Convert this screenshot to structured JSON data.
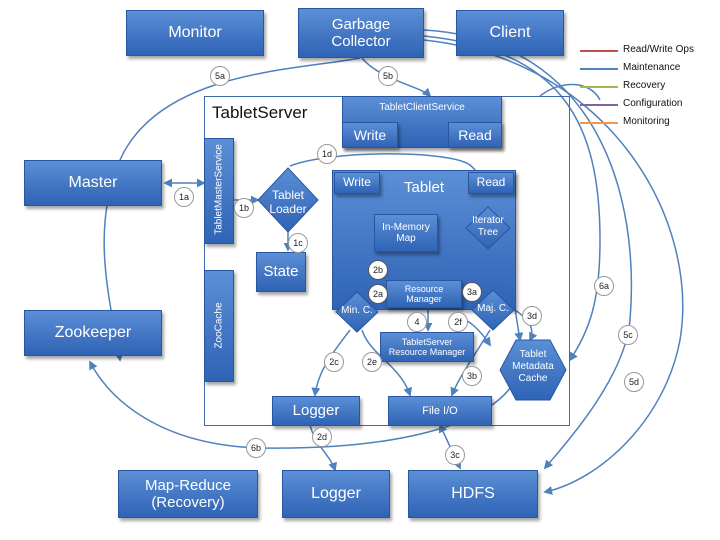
{
  "nodes": {
    "monitor": "Monitor",
    "garbage_collector": "Garbage\nCollector",
    "client": "Client",
    "master": "Master",
    "zookeeper": "Zookeeper",
    "map_reduce": "Map-Reduce\n(Recovery)",
    "logger_bottom": "Logger",
    "hdfs": "HDFS",
    "tabletserver": "TabletServer",
    "tablet_client_service": "TabletClientService",
    "write_tcs": "Write",
    "read_tcs": "Read",
    "tablet_master_service": "TabletMasterService",
    "zoocache": "ZooCache",
    "tablet_loader": "Tablet\nLoader",
    "state": "State",
    "tablet": "Tablet",
    "write_tablet": "Write",
    "read_tablet": "Read",
    "in_memory_map": "In-Memory\nMap",
    "iterator_tree": "Iterator\nTree",
    "resource_manager": "Resource\nManager",
    "min_c": "Min. C.",
    "maj_c": "Maj. C.",
    "ts_resource_manager": "TabletServer\nResource Manager",
    "tablet_metadata_cache": "Tablet\nMetadata\nCache",
    "logger_inner": "Logger",
    "file_io": "File I/O"
  },
  "badges": [
    "5a",
    "5b",
    "1a",
    "1b",
    "1c",
    "1d",
    "2b",
    "2a",
    "3a",
    "4",
    "2f",
    "3d",
    "2c",
    "2e",
    "3b",
    "6a",
    "5c",
    "5d",
    "2d",
    "6b",
    "3c"
  ],
  "legend": [
    {
      "label": "Read/Write Ops",
      "color": "#c0504d"
    },
    {
      "label": "Maintenance",
      "color": "#4f81bd"
    },
    {
      "label": "Recovery",
      "color": "#9bbb59"
    },
    {
      "label": "Configuration",
      "color": "#8064a2"
    },
    {
      "label": "Monitoring",
      "color": "#f79646"
    }
  ]
}
